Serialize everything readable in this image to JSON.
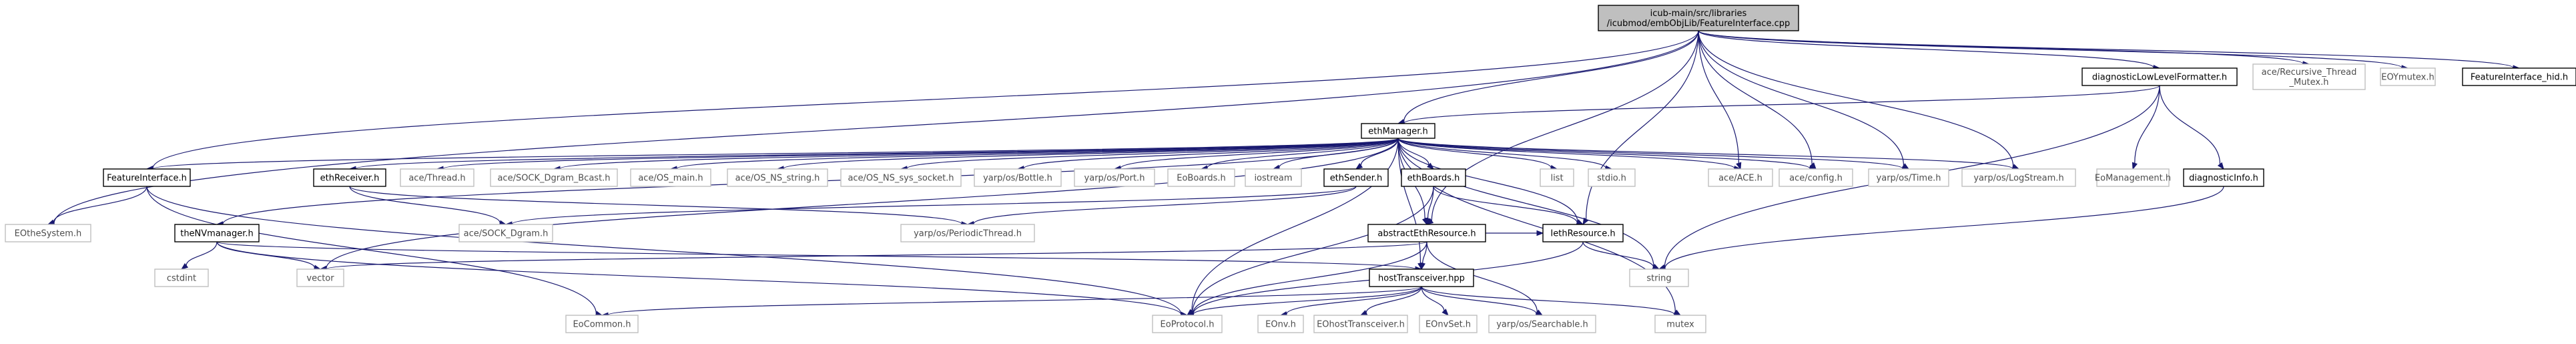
{
  "nodes": [
    {
      "id": "root",
      "lines": [
        "icub-main/src/libraries",
        "/icubmod/embObjLib/FeatureInterface.cpp"
      ],
      "kind": "root"
    },
    {
      "id": "dllf",
      "lines": [
        "diagnosticLowLevelFormatter.h"
      ],
      "kind": "solid"
    },
    {
      "id": "arm",
      "lines": [
        "ace/Recursive_Thread",
        "_Mutex.h"
      ],
      "kind": "ext"
    },
    {
      "id": "eoymutex",
      "lines": [
        "EOYmutex.h"
      ],
      "kind": "ext"
    },
    {
      "id": "fihid",
      "lines": [
        "FeatureInterface_hid.h"
      ],
      "kind": "solid"
    },
    {
      "id": "ethman",
      "lines": [
        "ethManager.h"
      ],
      "kind": "solid"
    },
    {
      "id": "eomgmt",
      "lines": [
        "EoManagement.h"
      ],
      "kind": "ext"
    },
    {
      "id": "diaginfo",
      "lines": [
        "diagnosticInfo.h"
      ],
      "kind": "solid"
    },
    {
      "id": "fih",
      "lines": [
        "FeatureInterface.h"
      ],
      "kind": "solid"
    },
    {
      "id": "ethrecv",
      "lines": [
        "ethReceiver.h"
      ],
      "kind": "solid"
    },
    {
      "id": "acethread",
      "lines": [
        "ace/Thread.h"
      ],
      "kind": "ext"
    },
    {
      "id": "sockbcast",
      "lines": [
        "ace/SOCK_Dgram_Bcast.h"
      ],
      "kind": "ext"
    },
    {
      "id": "osmain",
      "lines": [
        "ace/OS_main.h"
      ],
      "kind": "ext"
    },
    {
      "id": "osstring",
      "lines": [
        "ace/OS_NS_string.h"
      ],
      "kind": "ext"
    },
    {
      "id": "ossock",
      "lines": [
        "ace/OS_NS_sys_socket.h"
      ],
      "kind": "ext"
    },
    {
      "id": "bottle",
      "lines": [
        "yarp/os/Bottle.h"
      ],
      "kind": "ext"
    },
    {
      "id": "port",
      "lines": [
        "yarp/os/Port.h"
      ],
      "kind": "ext"
    },
    {
      "id": "eoboards",
      "lines": [
        "EoBoards.h"
      ],
      "kind": "ext"
    },
    {
      "id": "iostream",
      "lines": [
        "iostream"
      ],
      "kind": "ext"
    },
    {
      "id": "ethsender",
      "lines": [
        "ethSender.h"
      ],
      "kind": "solid"
    },
    {
      "id": "ethboards",
      "lines": [
        "ethBoards.h"
      ],
      "kind": "solid"
    },
    {
      "id": "list",
      "lines": [
        "list"
      ],
      "kind": "ext"
    },
    {
      "id": "stdio",
      "lines": [
        "stdio.h"
      ],
      "kind": "ext"
    },
    {
      "id": "aceace",
      "lines": [
        "ace/ACE.h"
      ],
      "kind": "ext"
    },
    {
      "id": "aceconfig",
      "lines": [
        "ace/config.h"
      ],
      "kind": "ext"
    },
    {
      "id": "time",
      "lines": [
        "yarp/os/Time.h"
      ],
      "kind": "ext"
    },
    {
      "id": "logstream",
      "lines": [
        "yarp/os/LogStream.h"
      ],
      "kind": "ext"
    },
    {
      "id": "eotheSystem",
      "lines": [
        "EOtheSystem.h"
      ],
      "kind": "ext"
    },
    {
      "id": "thenv",
      "lines": [
        "theNVmanager.h"
      ],
      "kind": "solid"
    },
    {
      "id": "sockdgram",
      "lines": [
        "ace/SOCK_Dgram.h"
      ],
      "kind": "ext"
    },
    {
      "id": "periodic",
      "lines": [
        "yarp/os/PeriodicThread.h"
      ],
      "kind": "ext"
    },
    {
      "id": "abstract",
      "lines": [
        "abstractEthResource.h"
      ],
      "kind": "solid"
    },
    {
      "id": "iethres",
      "lines": [
        "IethResource.h"
      ],
      "kind": "solid"
    },
    {
      "id": "cstdint",
      "lines": [
        "cstdint"
      ],
      "kind": "ext"
    },
    {
      "id": "vector",
      "lines": [
        "vector"
      ],
      "kind": "ext"
    },
    {
      "id": "host",
      "lines": [
        "hostTransceiver.hpp"
      ],
      "kind": "solid"
    },
    {
      "id": "string",
      "lines": [
        "string"
      ],
      "kind": "ext"
    },
    {
      "id": "eocommon",
      "lines": [
        "EoCommon.h"
      ],
      "kind": "ext"
    },
    {
      "id": "eoprotocol",
      "lines": [
        "EoProtocol.h"
      ],
      "kind": "ext"
    },
    {
      "id": "eonv",
      "lines": [
        "EOnv.h"
      ],
      "kind": "ext"
    },
    {
      "id": "eohost",
      "lines": [
        "EOhostTransceiver.h"
      ],
      "kind": "ext"
    },
    {
      "id": "eonvset",
      "lines": [
        "EOnvSet.h"
      ],
      "kind": "ext"
    },
    {
      "id": "searchable",
      "lines": [
        "yarp/os/Searchable.h"
      ],
      "kind": "ext"
    },
    {
      "id": "mutex",
      "lines": [
        "mutex"
      ],
      "kind": "ext"
    }
  ],
  "edges": [
    [
      "root",
      "dllf"
    ],
    [
      "root",
      "arm"
    ],
    [
      "root",
      "eoymutex"
    ],
    [
      "root",
      "fihid"
    ],
    [
      "root",
      "ethman"
    ],
    [
      "root",
      "fih"
    ],
    [
      "root",
      "eotheSystem"
    ],
    [
      "root",
      "aceace"
    ],
    [
      "root",
      "aceconfig"
    ],
    [
      "root",
      "time"
    ],
    [
      "root",
      "logstream"
    ],
    [
      "root",
      "abstract"
    ],
    [
      "root",
      "iethres"
    ],
    [
      "dllf",
      "ethman"
    ],
    [
      "dllf",
      "eomgmt"
    ],
    [
      "dllf",
      "diaginfo"
    ],
    [
      "dllf",
      "string"
    ],
    [
      "diaginfo",
      "string"
    ],
    [
      "ethman",
      "fih"
    ],
    [
      "ethman",
      "ethrecv"
    ],
    [
      "ethman",
      "acethread"
    ],
    [
      "ethman",
      "sockbcast"
    ],
    [
      "ethman",
      "osmain"
    ],
    [
      "ethman",
      "osstring"
    ],
    [
      "ethman",
      "ossock"
    ],
    [
      "ethman",
      "bottle"
    ],
    [
      "ethman",
      "port"
    ],
    [
      "ethman",
      "eoboards"
    ],
    [
      "ethman",
      "iostream"
    ],
    [
      "ethman",
      "ethsender"
    ],
    [
      "ethman",
      "ethboards"
    ],
    [
      "ethman",
      "list"
    ],
    [
      "ethman",
      "stdio"
    ],
    [
      "ethman",
      "aceace"
    ],
    [
      "ethman",
      "aceconfig"
    ],
    [
      "ethman",
      "time"
    ],
    [
      "ethman",
      "logstream"
    ],
    [
      "ethman",
      "thenv"
    ],
    [
      "ethman",
      "abstract"
    ],
    [
      "ethman",
      "iethres"
    ],
    [
      "ethman",
      "host"
    ],
    [
      "ethman",
      "string"
    ],
    [
      "ethman",
      "vector"
    ],
    [
      "ethman",
      "eoprotocol"
    ],
    [
      "ethman",
      "mutex"
    ],
    [
      "fih",
      "eotheSystem"
    ],
    [
      "fih",
      "eocommon"
    ],
    [
      "fih",
      "eoprotocol"
    ],
    [
      "ethrecv",
      "sockdgram"
    ],
    [
      "ethrecv",
      "periodic"
    ],
    [
      "ethsender",
      "sockdgram"
    ],
    [
      "ethsender",
      "periodic"
    ],
    [
      "ethboards",
      "abstract"
    ],
    [
      "ethboards",
      "iethres"
    ],
    [
      "ethboards",
      "eoprotocol"
    ],
    [
      "thenv",
      "cstdint"
    ],
    [
      "thenv",
      "vector"
    ],
    [
      "thenv",
      "host"
    ],
    [
      "thenv",
      "eoprotocol"
    ],
    [
      "abstract",
      "vector"
    ],
    [
      "abstract",
      "host"
    ],
    [
      "abstract",
      "iethres"
    ],
    [
      "abstract",
      "eoprotocol"
    ],
    [
      "abstract",
      "searchable"
    ],
    [
      "iethres",
      "string"
    ],
    [
      "iethres",
      "eoprotocol"
    ],
    [
      "host",
      "eocommon"
    ],
    [
      "host",
      "eoprotocol"
    ],
    [
      "host",
      "eonv"
    ],
    [
      "host",
      "eohost"
    ],
    [
      "host",
      "eonvset"
    ],
    [
      "host",
      "searchable"
    ],
    [
      "host",
      "mutex"
    ]
  ]
}
